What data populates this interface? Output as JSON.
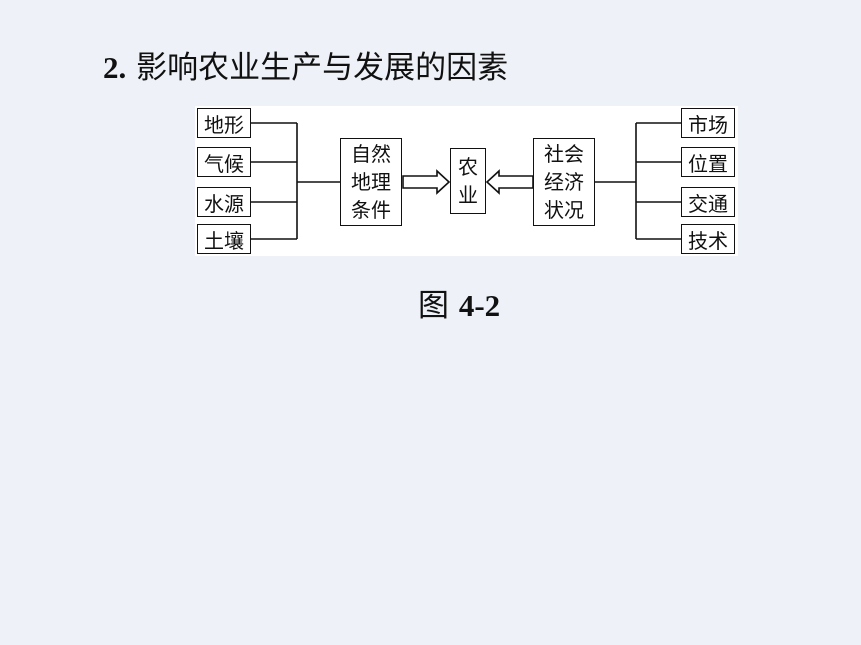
{
  "title": {
    "number": "2.",
    "text": "影响农业生产与发展的因素"
  },
  "diagram": {
    "natural_factors": [
      "地形",
      "气候",
      "水源",
      "土壤"
    ],
    "natural_group": [
      "自然",
      "地理",
      "条件"
    ],
    "center": [
      "农",
      "业"
    ],
    "social_group": [
      "社会",
      "经济",
      "状况"
    ],
    "social_factors": [
      "市场",
      "位置",
      "交通",
      "技术"
    ]
  },
  "caption": {
    "label": "图",
    "number": "4-2"
  }
}
